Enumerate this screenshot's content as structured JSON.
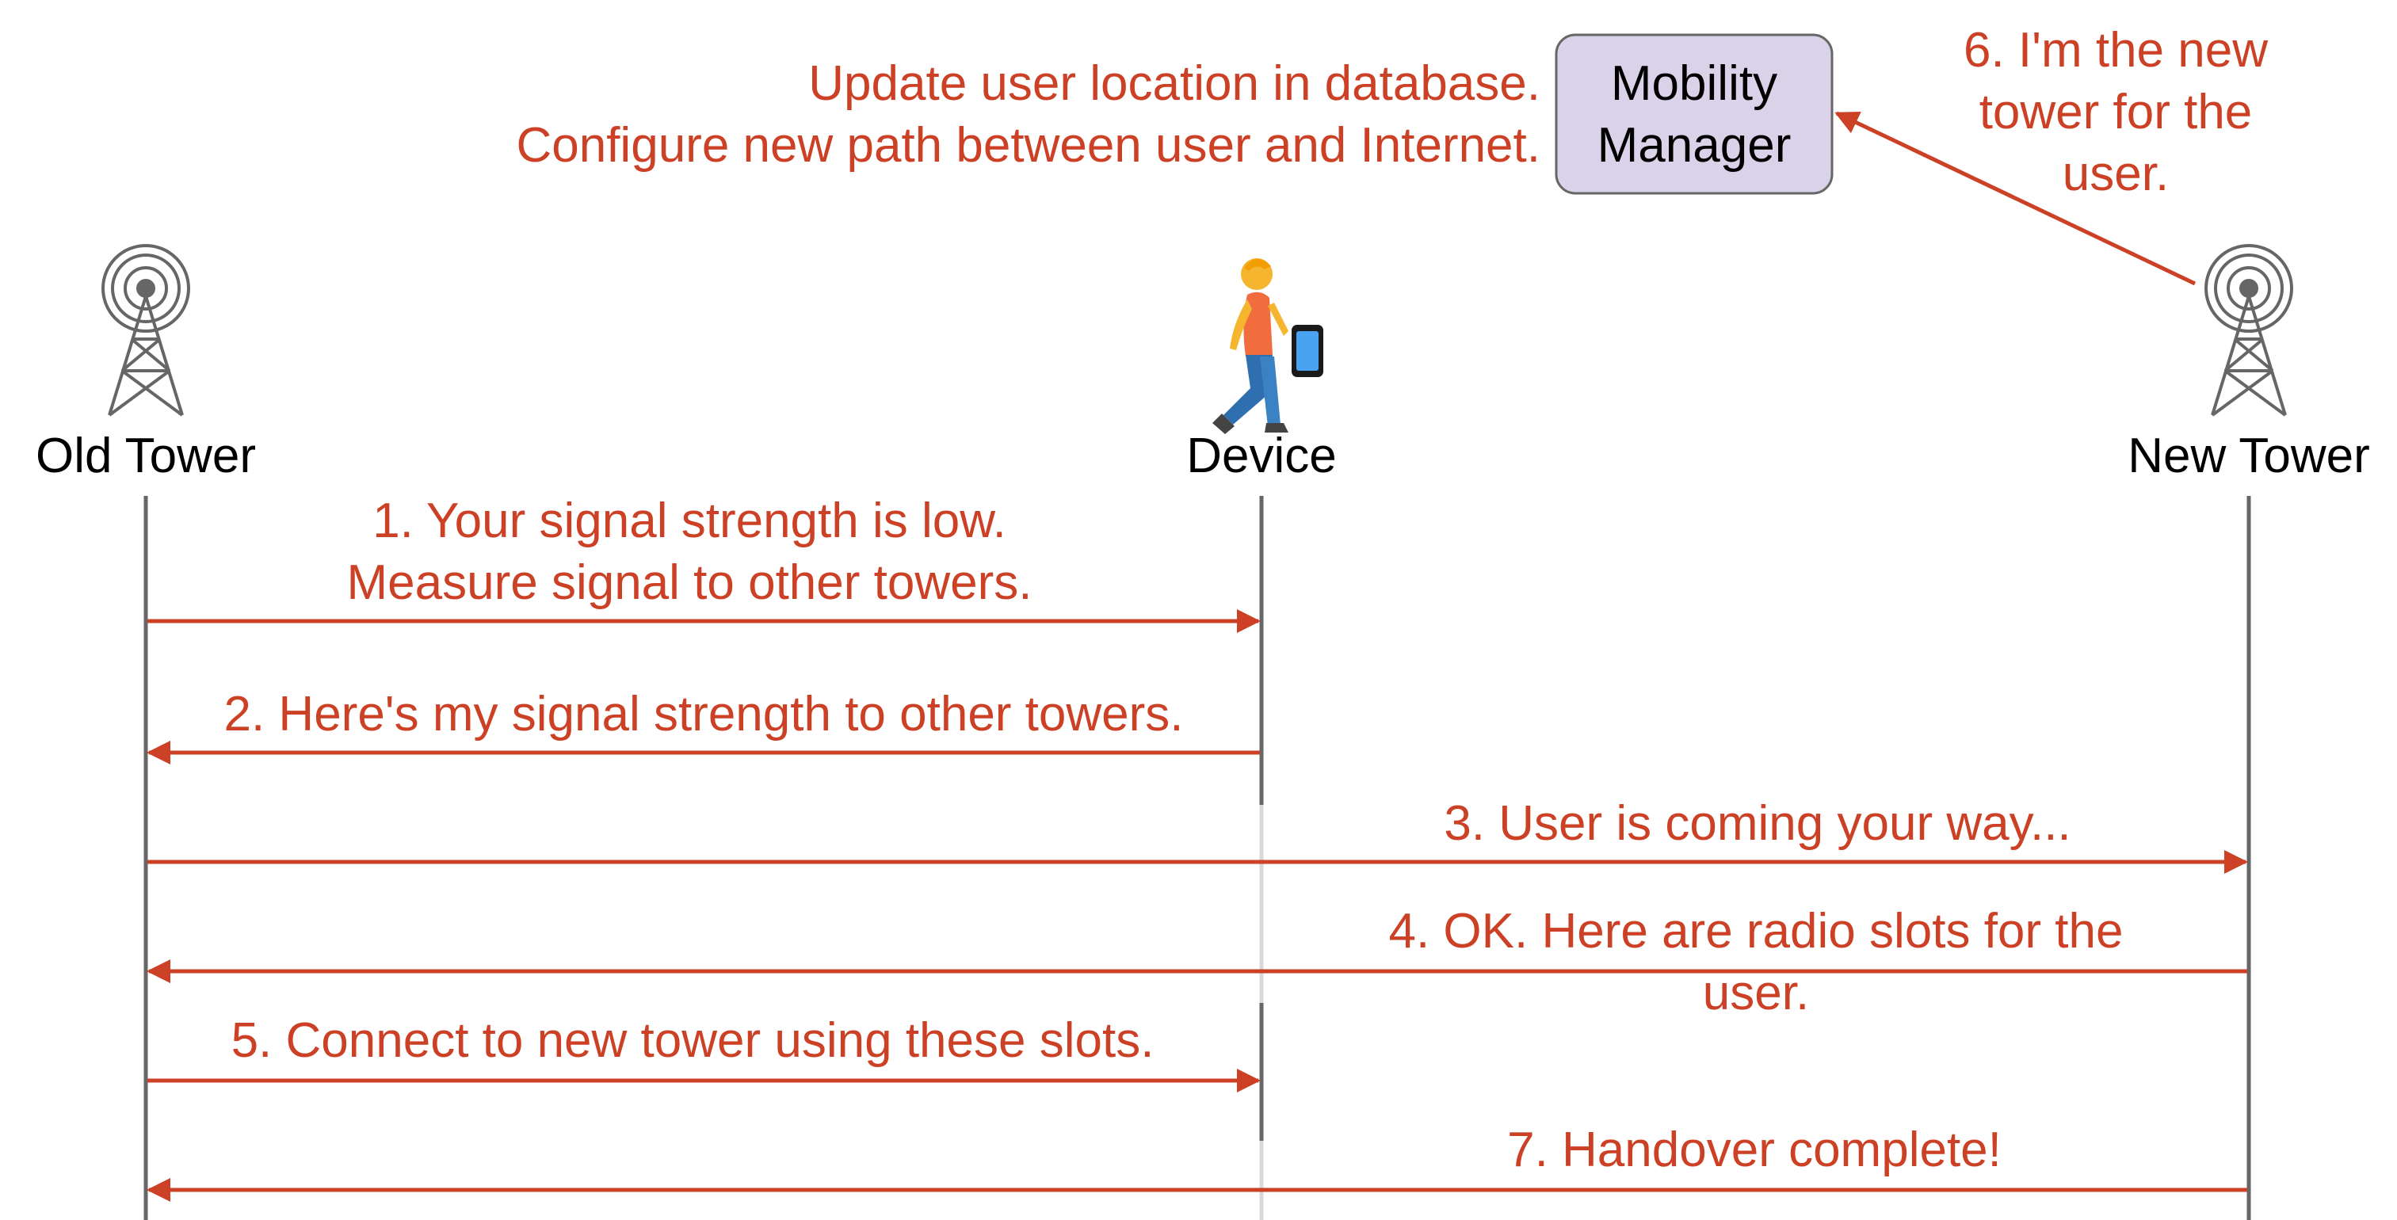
{
  "colors": {
    "message": "#cc4125",
    "lifeline": "#666666",
    "lifeline_inactive": "#d9d9d9",
    "manager_fill": "#d9d2e9",
    "text": "#000000"
  },
  "actors": {
    "old_tower": {
      "label": "Old Tower",
      "icon": "cell-tower-icon"
    },
    "device": {
      "label": "Device",
      "icon": "person-walking-with-phone-icon"
    },
    "new_tower": {
      "label": "New Tower",
      "icon": "cell-tower-icon"
    }
  },
  "mobility_manager": {
    "line1": "Mobility",
    "line2": "Manager",
    "note_line1": "Update user location in database.",
    "note_line2": "Configure new path between user and Internet."
  },
  "messages": {
    "m1": {
      "line1": "1. Your signal strength is low.",
      "line2": "Measure signal to other towers."
    },
    "m2": {
      "line1": "2. Here's my signal strength to other towers."
    },
    "m3": {
      "line1": "3. User is coming your way..."
    },
    "m4": {
      "line1": "4. OK. Here are radio slots for the",
      "line2": "user."
    },
    "m5": {
      "line1": "5. Connect to new tower using these slots."
    },
    "m6": {
      "line1": "6. I'm the new",
      "line2": "tower for the",
      "line3": "user."
    },
    "m7": {
      "line1": "7. Handover complete!"
    }
  }
}
